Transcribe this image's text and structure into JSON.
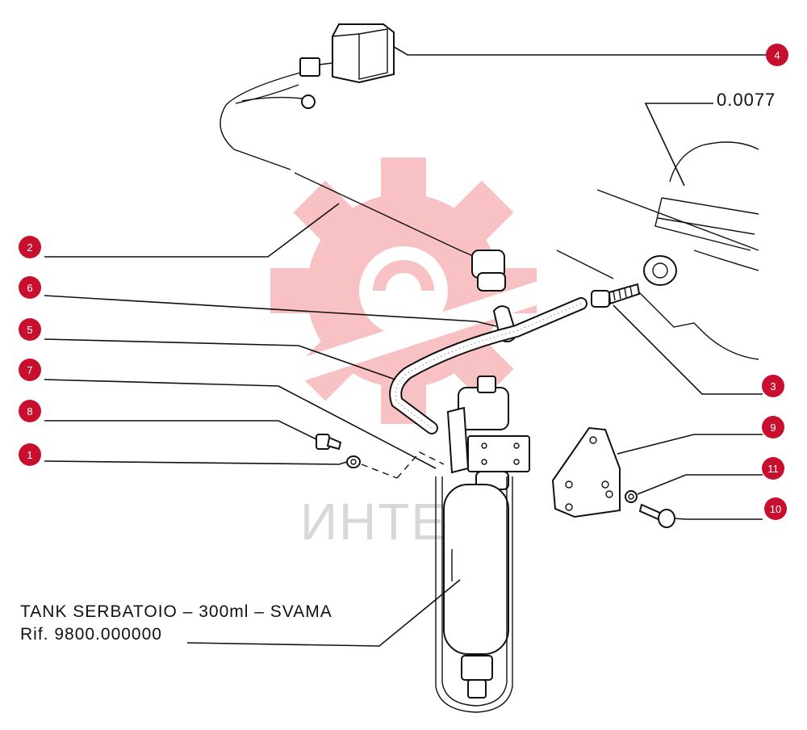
{
  "diagram": {
    "ref_code": "0.0077",
    "tank_label_line1": "TANK  SERBATOIO – 300ml – SVAMA",
    "tank_label_line2": "Rif.  9800.000000",
    "watermark_text": "ИНТЕХ",
    "watermark_color": "#e8232a",
    "callout_color": "#c8102e"
  },
  "callouts": [
    {
      "id": "4",
      "label": "4"
    },
    {
      "id": "2",
      "label": "2"
    },
    {
      "id": "6",
      "label": "6"
    },
    {
      "id": "5",
      "label": "5"
    },
    {
      "id": "7",
      "label": "7"
    },
    {
      "id": "8",
      "label": "8"
    },
    {
      "id": "1",
      "label": "1"
    },
    {
      "id": "3",
      "label": "3"
    },
    {
      "id": "9",
      "label": "9"
    },
    {
      "id": "11",
      "label": "11"
    },
    {
      "id": "10",
      "label": "10"
    }
  ]
}
